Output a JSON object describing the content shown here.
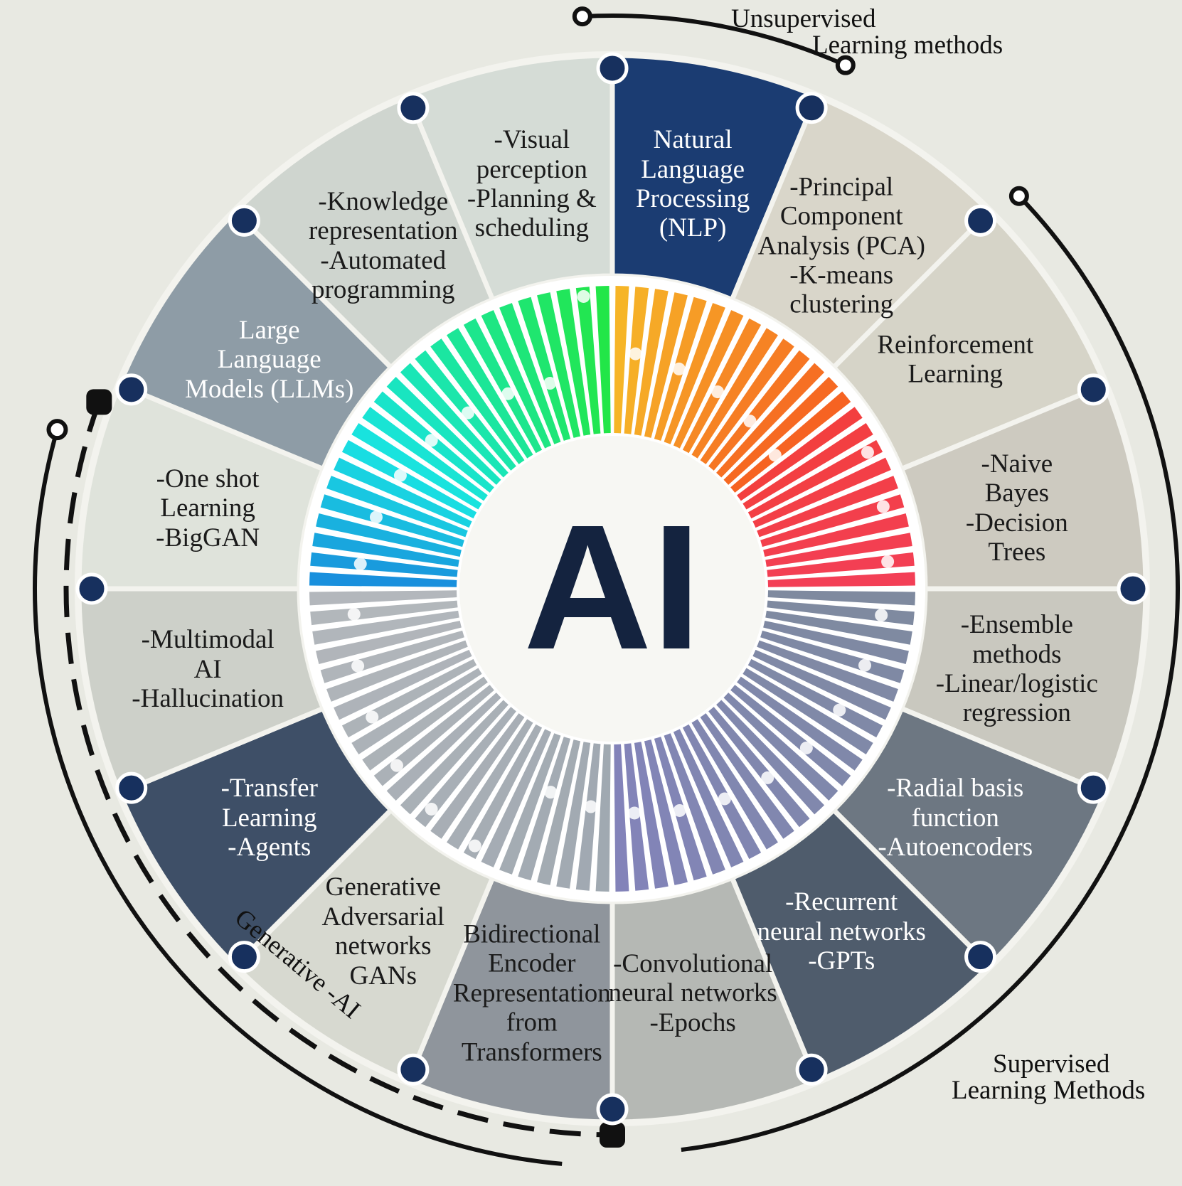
{
  "center": {
    "label": "AI"
  },
  "segments": [
    {
      "lines": [
        "Natural",
        "Language",
        "Processing",
        "(NLP)"
      ],
      "color": "#1b3c72",
      "text": "light"
    },
    {
      "lines": [
        "-Principal",
        "Component",
        "Analysis (PCA)",
        "-K-means",
        "clustering"
      ],
      "color": "#d9d6ca",
      "text": "dark"
    },
    {
      "lines": [
        "Reinforcement",
        "Learning"
      ],
      "color": "#d6d4c8",
      "text": "dark"
    },
    {
      "lines": [
        "-Naive",
        "Bayes",
        "-Decision",
        "Trees"
      ],
      "color": "#cdcac0",
      "text": "dark"
    },
    {
      "lines": [
        "-Ensemble",
        "methods",
        "-Linear/logistic",
        "regression"
      ],
      "color": "#c9c8bf",
      "text": "dark"
    },
    {
      "lines": [
        "-Radial basis",
        "function",
        "-Autoencoders"
      ],
      "color": "#6d7782",
      "text": "light"
    },
    {
      "lines": [
        "-Recurrent",
        "neural networks",
        "-GPTs"
      ],
      "color": "#4f5c6c",
      "text": "light"
    },
    {
      "lines": [
        "-Convolutional",
        "neural networks",
        "-Epochs"
      ],
      "color": "#b5b8b4",
      "text": "dark"
    },
    {
      "lines": [
        "Bidirectional",
        "Encoder",
        "Representation",
        "from",
        "Transformers"
      ],
      "color": "#8f959c",
      "text": "dark"
    },
    {
      "lines": [
        "Generative",
        "Adversarial",
        "networks",
        "GANs"
      ],
      "color": "#d7d9d0",
      "text": "dark"
    },
    {
      "lines": [
        "-Transfer",
        "Learning",
        "-Agents"
      ],
      "color": "#3e4f67",
      "text": "light"
    },
    {
      "lines": [
        "-Multimodal",
        "AI",
        "-Hallucination"
      ],
      "color": "#cdd0c9",
      "text": "dark"
    },
    {
      "lines": [
        "-One shot",
        "Learning",
        "-BigGAN"
      ],
      "color": "#dfe3db",
      "text": "dark"
    },
    {
      "lines": [
        "Large",
        "Language",
        "Models (LLMs)"
      ],
      "color": "#8e9ca6",
      "text": "light"
    },
    {
      "lines": [
        "-Knowledge",
        "representation",
        "-Automated",
        "programming"
      ],
      "color": "#cfd5cf",
      "text": "dark"
    },
    {
      "lines": [
        "-Visual",
        "perception",
        "-Planning &",
        "scheduling"
      ],
      "color": "#d5dcd6",
      "text": "dark"
    }
  ],
  "outer_labels": {
    "unsupervised": [
      "Unsupervised",
      "Learning methods"
    ],
    "supervised": [
      "Supervised",
      "Learning Methods"
    ],
    "generative": "Generative -AI"
  },
  "colors": {
    "ring_border": "#f3f3ee",
    "node_dot": "#17305e",
    "bracket_line": "#111111",
    "center_fill": "#f7f7f3",
    "ai_text": "#14233f"
  }
}
